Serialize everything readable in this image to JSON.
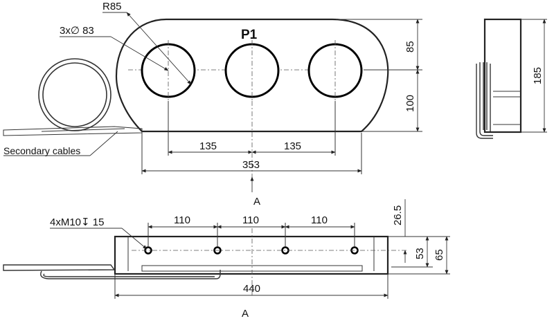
{
  "top_view": {
    "title": "P1",
    "radius_label": "R85",
    "holes_label": "3x∅ 83",
    "dim_upper": "85",
    "dim_lower": "100",
    "dim_spacing_left": "135",
    "dim_spacing_right": "135",
    "dim_length": "353",
    "secondary_label": "Secondary cables",
    "view_marker": "A"
  },
  "side_view": {
    "dim_height": "185"
  },
  "bottom_view": {
    "thread_label": "4xM10↧ 15",
    "dim_pitch_1": "110",
    "dim_pitch_2": "110",
    "dim_pitch_3": "110",
    "dim_offset": "26.5",
    "dim_depth": "53",
    "dim_total_height": "65",
    "dim_total_length": "440",
    "view_marker": "A"
  }
}
